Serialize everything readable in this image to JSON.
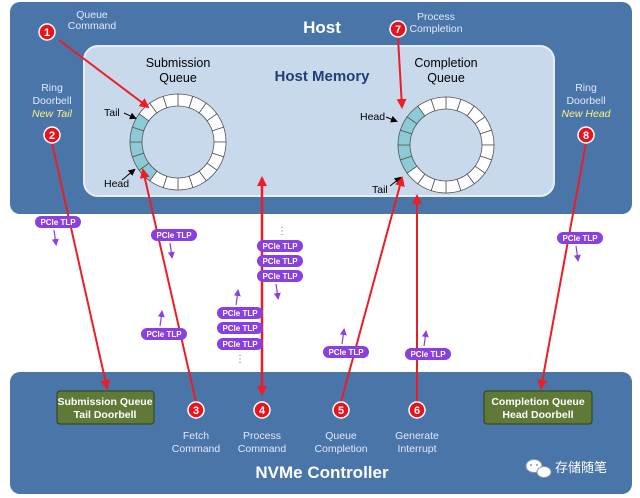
{
  "host": {
    "title": "Host",
    "memory_title": "Host Memory",
    "submission_queue": [
      "Submission",
      "Queue"
    ],
    "completion_queue": [
      "Completion",
      "Queue"
    ],
    "sq_tail": "Tail",
    "sq_head": "Head",
    "cq_head": "Head",
    "cq_tail": "Tail"
  },
  "controller": {
    "title": "NVMe Controller",
    "sq_doorbell": [
      "Submission Queue",
      "Tail Doorbell"
    ],
    "cq_doorbell": [
      "Completion Queue",
      "Head Doorbell"
    ]
  },
  "tlp_label": "PCIe TLP",
  "steps": [
    {
      "num": "1",
      "label": [
        "Queue",
        "Command"
      ]
    },
    {
      "num": "2",
      "label": [
        "Ring",
        "Doorbell",
        "New Tail"
      ]
    },
    {
      "num": "3",
      "label": [
        "Fetch",
        "Command"
      ]
    },
    {
      "num": "4",
      "label": [
        "Process",
        "Command"
      ]
    },
    {
      "num": "5",
      "label": [
        "Queue",
        "Completion"
      ]
    },
    {
      "num": "6",
      "label": [
        "Generate",
        "Interrupt"
      ]
    },
    {
      "num": "7",
      "label": [
        "Process",
        "Completion"
      ]
    },
    {
      "num": "8",
      "label": [
        "Ring",
        "Doorbell",
        "New Head"
      ]
    }
  ],
  "watermark": "存储随笔",
  "colors": {
    "panel": "#4a75a8",
    "memory": "#c9d9ec",
    "step_red": "#e8141b",
    "arrow_red": "#ee1c24",
    "tlp_purple": "#8a3fe0",
    "doorbell_green": "#5f7a37",
    "ring_fill": "#8ccbd6",
    "title_white": "#ffffff",
    "memory_title": "#1f3f7a",
    "step_text": "#dfe9ff",
    "step_text_italic": "#fff27a"
  }
}
